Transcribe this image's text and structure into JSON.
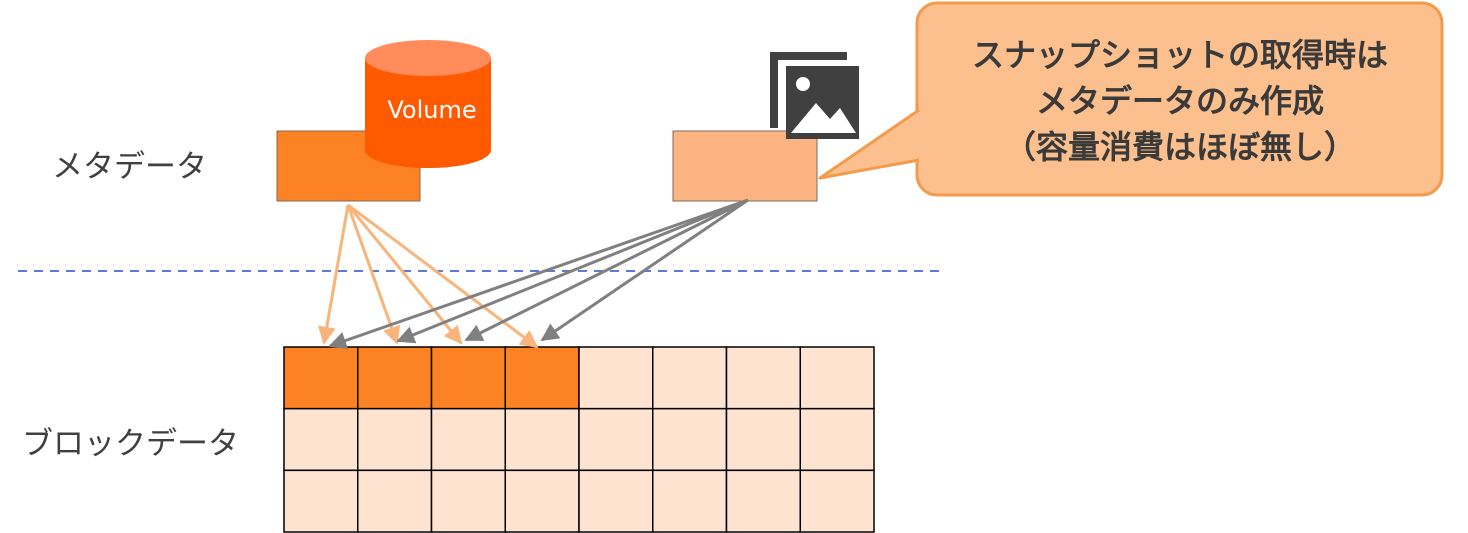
{
  "labels": {
    "metadata": "メタデータ",
    "block_data": "ブロックデータ",
    "volume": "Volume"
  },
  "callout": {
    "line1": "スナップショットの取得時は",
    "line2": "メタデータのみ作成",
    "line3": "（容量消費はほぼ無し）"
  },
  "icons": {
    "volume": "database-cylinder-icon",
    "snapshot": "image-stack-icon"
  },
  "grid": {
    "rows": 3,
    "cols": 8,
    "used_cells_row0": 4
  },
  "colors": {
    "volume_orange": "#ff5a00",
    "volume_top": "#ff8c5a",
    "meta_volume": "#fd8223",
    "meta_snapshot": "#fbb482",
    "block_used": "#fd8223",
    "block_empty": "#fde3d0",
    "callout_fill": "#fcc08e",
    "callout_stroke": "#f59a4a",
    "arrow_volume": "#f8b47a",
    "arrow_snapshot": "#808080",
    "divider": "#5b7bd5",
    "icon_dark": "#404040"
  }
}
